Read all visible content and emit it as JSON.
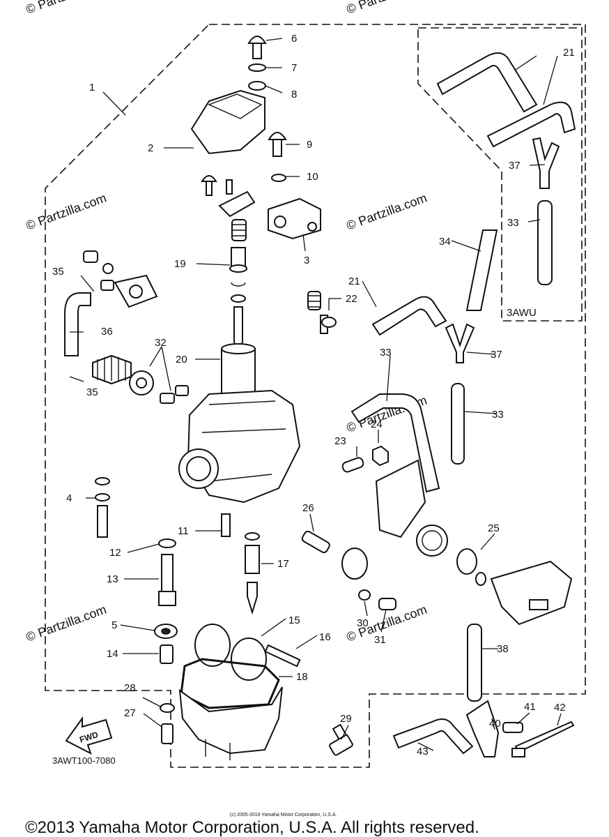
{
  "diagram": {
    "drawing_code": "3AWT100-7080",
    "inset_label": "3AWU",
    "fwd_label": "FWD",
    "watermark": "© Partzilla.com",
    "fine_print": "(c) 2005-2016 Yamaha Motor Corporation, U.S.A.",
    "copyright": "©2013 Yamaha Motor Corporation, U.S.A. All rights reserved.",
    "callouts": [
      "1",
      "2",
      "3",
      "4",
      "5",
      "6",
      "7",
      "8",
      "9",
      "10",
      "11",
      "12",
      "13",
      "14",
      "15",
      "16",
      "17",
      "18",
      "19",
      "20",
      "21",
      "21",
      "22",
      "23",
      "24",
      "25",
      "26",
      "27",
      "28",
      "29",
      "30",
      "31",
      "32",
      "33",
      "33",
      "33",
      "34",
      "35",
      "35",
      "36",
      "37",
      "37",
      "38",
      "40",
      "41",
      "42",
      "43"
    ]
  },
  "colors": {
    "ink": "#111111",
    "watermark": "#cfcfcf",
    "background": "#ffffff"
  }
}
